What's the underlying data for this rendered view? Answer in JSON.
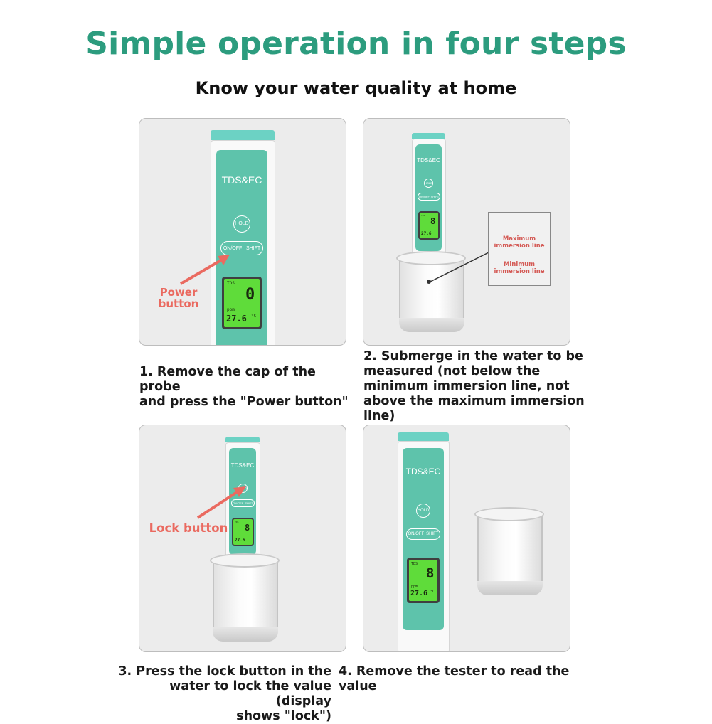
{
  "title": "Simple operation in four steps",
  "subtitle": "Know your water quality at home",
  "device": {
    "brand_label": "TDS&EC",
    "hold_label": "HOLD",
    "onoff_label": "ON/OFF",
    "shift_label": "SHIFT",
    "lcd_mode": "TDS",
    "lcd_unit": "ppm",
    "lcd_temp": "27.6",
    "lcd_temp_unit": "°C"
  },
  "steps": [
    {
      "caption_lines": [
        "1. Remove the cap of the probe",
        "and press the \"Power button\""
      ],
      "reading": "0",
      "annotation_lines": [
        "Power",
        "button"
      ]
    },
    {
      "caption_lines": [
        "2. Submerge in the water to be",
        "measured (not below the",
        "minimum immersion line, not",
        "above the maximum immersion",
        "line)"
      ],
      "reading": "8",
      "inset": {
        "max_lines": [
          "Maximum",
          "immersion line"
        ],
        "min_lines": [
          "Minimum",
          "immersion line"
        ]
      }
    },
    {
      "caption_lines": [
        "3. Press the lock button in the",
        "water to lock the value (display",
        "shows \"lock\")"
      ],
      "reading": "8",
      "annotation_lines": [
        "Lock button"
      ]
    },
    {
      "caption_lines": [
        "4. Remove the tester to read the value"
      ],
      "reading": "8"
    }
  ],
  "colors": {
    "title": "#2c9c7e",
    "device_face": "#5ec3ab",
    "device_cap": "#6cd2c4",
    "lcd": "#5fdc3a",
    "annotation": "#ea6a60"
  }
}
